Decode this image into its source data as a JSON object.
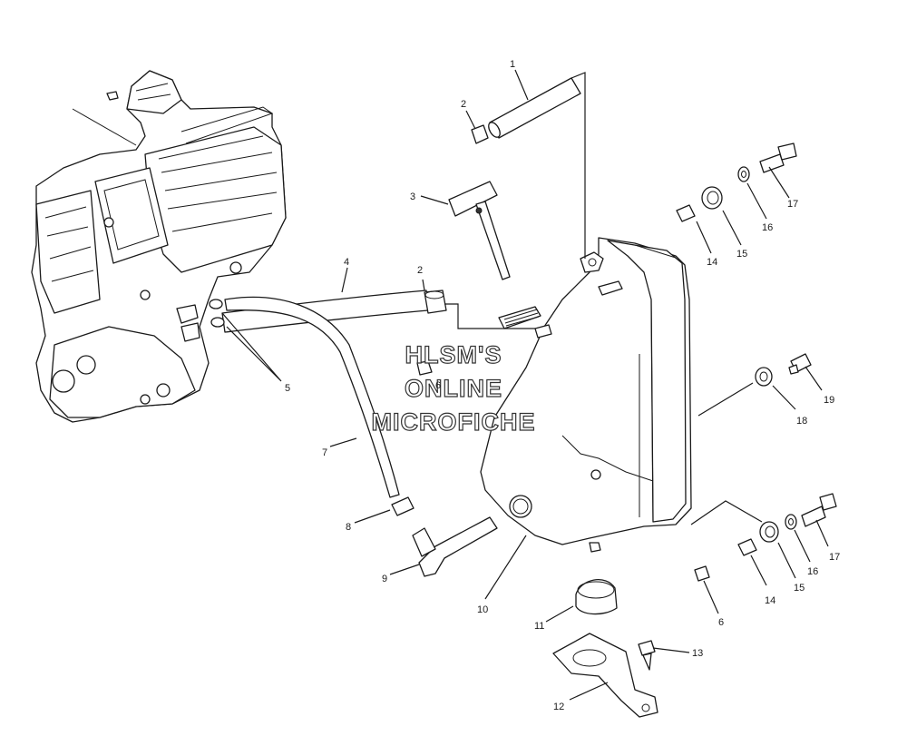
{
  "watermark": {
    "line1": "HLSM'S",
    "line2": "ONLINE",
    "line3": "MICROFICHE"
  },
  "callouts": [
    {
      "id": "c1",
      "text": "1"
    },
    {
      "id": "c2a",
      "text": "2"
    },
    {
      "id": "c3",
      "text": "3"
    },
    {
      "id": "c4",
      "text": "4"
    },
    {
      "id": "c2b",
      "text": "2"
    },
    {
      "id": "c5",
      "text": "5"
    },
    {
      "id": "c6a",
      "text": "6"
    },
    {
      "id": "c7",
      "text": "7"
    },
    {
      "id": "c8",
      "text": "8"
    },
    {
      "id": "c9",
      "text": "9"
    },
    {
      "id": "c10",
      "text": "10"
    },
    {
      "id": "c11",
      "text": "11"
    },
    {
      "id": "c12",
      "text": "12"
    },
    {
      "id": "c13",
      "text": "13"
    },
    {
      "id": "c6b",
      "text": "6"
    },
    {
      "id": "c14a",
      "text": "14"
    },
    {
      "id": "c15a",
      "text": "15"
    },
    {
      "id": "c16a",
      "text": "16"
    },
    {
      "id": "c17a",
      "text": "17"
    },
    {
      "id": "c14b",
      "text": "14"
    },
    {
      "id": "c15b",
      "text": "15"
    },
    {
      "id": "c16b",
      "text": "16"
    },
    {
      "id": "c17b",
      "text": "17"
    },
    {
      "id": "c18",
      "text": "18"
    },
    {
      "id": "c19",
      "text": "19"
    }
  ]
}
